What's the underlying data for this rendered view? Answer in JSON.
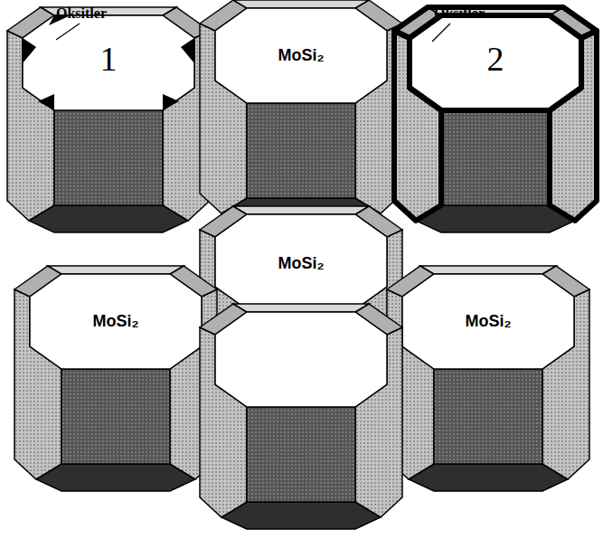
{
  "diagram": {
    "labels": [
      "Oksitler",
      "Oksitler",
      "1",
      "MoSi₂",
      "2",
      "MoSi₂",
      "MoSi₂",
      "MoSi₂"
    ]
  }
}
